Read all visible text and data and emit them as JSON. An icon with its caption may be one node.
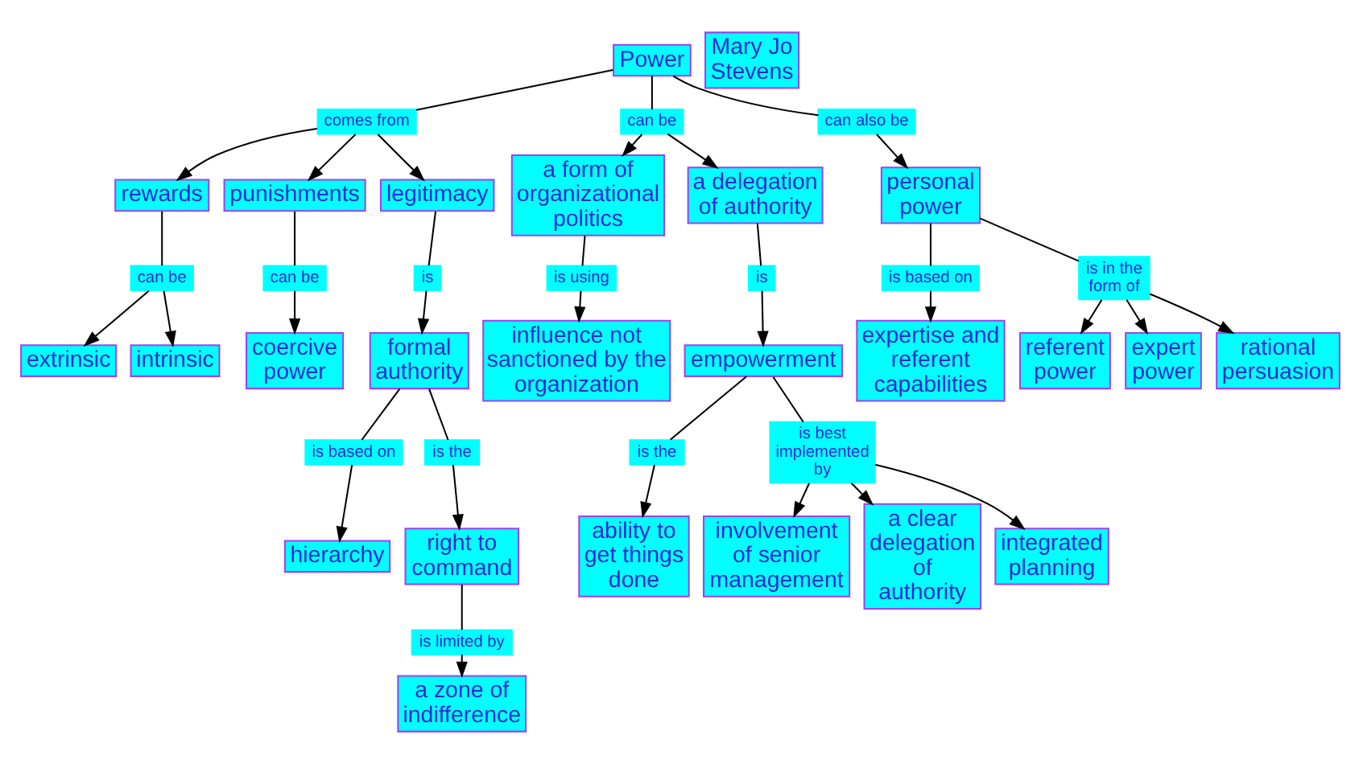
{
  "diagram": {
    "nodes": [
      {
        "text": [
          "Power"
        ]
      },
      {
        "text": [
          "Mary Jo Stevens"
        ]
      },
      {
        "text": [
          "comes from"
        ]
      },
      {
        "text": [
          "rewards"
        ]
      },
      {
        "text": [
          "can be"
        ]
      },
      {
        "text": [
          "extrinsic"
        ]
      },
      {
        "text": [
          "can be"
        ]
      },
      {
        "text": [
          "a form of organizational politics"
        ]
      },
      {
        "text": [
          "punishments"
        ]
      },
      {
        "text": [
          "can also be"
        ]
      },
      {
        "text": [
          "intrinsic"
        ]
      },
      {
        "text": [
          "legitimacy"
        ]
      },
      {
        "text": [
          "can be"
        ]
      },
      {
        "text": [
          "a delegation of authority"
        ]
      },
      {
        "text": [
          "personal power"
        ]
      },
      {
        "text": [
          "coercive power"
        ]
      },
      {
        "text": [
          "is"
        ]
      },
      {
        "text": [
          "is using"
        ]
      },
      {
        "text": [
          "formal authority"
        ]
      },
      {
        "text": [
          "is based on"
        ]
      },
      {
        "text": [
          "is in the form of"
        ]
      },
      {
        "text": [
          "is"
        ]
      },
      {
        "text": [
          "influence not sanctioned by the organization"
        ]
      },
      {
        "text": [
          "is based on"
        ]
      },
      {
        "text": [
          "empowerment"
        ]
      },
      {
        "text": [
          "expertise and referent capabilities"
        ]
      },
      {
        "text": [
          "hierarchy"
        ]
      },
      {
        "text": [
          "is the"
        ]
      },
      {
        "text": [
          "referent power"
        ]
      },
      {
        "text": [
          "is the"
        ]
      },
      {
        "text": [
          "is best implemented by"
        ]
      },
      {
        "text": [
          "right to command"
        ]
      },
      {
        "text": [
          "expert power"
        ]
      },
      {
        "text": [
          "rational persuasion"
        ]
      },
      {
        "text": [
          "ability to get things done"
        ]
      },
      {
        "text": [
          "involvement of senior management"
        ]
      },
      {
        "text": [
          "is limited by"
        ]
      },
      {
        "text": [
          "a clear delegation of authority"
        ]
      },
      {
        "text": [
          "integrated planning"
        ]
      },
      {
        "text": [
          "a zone of indifference"
        ]
      }
    ],
    "edges": [
      {
        "from": 0,
        "to": 2,
        "arrow": "none"
      },
      {
        "from": 2,
        "to": 3,
        "arrow": "to"
      },
      {
        "from": 2,
        "to": 8,
        "arrow": "to"
      },
      {
        "from": 2,
        "to": 11,
        "arrow": "to"
      },
      {
        "from": 3,
        "to": 4,
        "arrow": "none"
      },
      {
        "from": 4,
        "to": 5,
        "arrow": "to"
      },
      {
        "from": 4,
        "to": 10,
        "arrow": "to"
      },
      {
        "from": 0,
        "to": 9,
        "arrow": "none"
      },
      {
        "from": 9,
        "to": 14,
        "arrow": "to"
      },
      {
        "from": 0,
        "to": 6,
        "arrow": "none"
      },
      {
        "from": 6,
        "to": 13,
        "arrow": "to"
      },
      {
        "from": 6,
        "to": 7,
        "arrow": "to"
      },
      {
        "from": 8,
        "to": 12,
        "arrow": "none"
      },
      {
        "from": 12,
        "to": 15,
        "arrow": "to"
      },
      {
        "from": 11,
        "to": 16,
        "arrow": "none"
      },
      {
        "from": 16,
        "to": 18,
        "arrow": "to"
      },
      {
        "from": 18,
        "to": 23,
        "arrow": "none"
      },
      {
        "from": 23,
        "to": 26,
        "arrow": "to"
      },
      {
        "from": 18,
        "to": 27,
        "arrow": "none"
      },
      {
        "from": 27,
        "to": 31,
        "arrow": "to"
      },
      {
        "from": 31,
        "to": 36,
        "arrow": "none"
      },
      {
        "from": 36,
        "to": 39,
        "arrow": "to"
      },
      {
        "from": 14,
        "to": 19,
        "arrow": "none"
      },
      {
        "from": 19,
        "to": 25,
        "arrow": "to"
      },
      {
        "from": 14,
        "to": 20,
        "arrow": "none"
      },
      {
        "from": 20,
        "to": 32,
        "arrow": "to"
      },
      {
        "from": 20,
        "to": 33,
        "arrow": "to"
      },
      {
        "from": 20,
        "to": 28,
        "arrow": "to"
      },
      {
        "from": 13,
        "to": 21,
        "arrow": "none"
      },
      {
        "from": 21,
        "to": 24,
        "arrow": "to"
      },
      {
        "from": 7,
        "to": 17,
        "arrow": "none"
      },
      {
        "from": 17,
        "to": 22,
        "arrow": "to"
      },
      {
        "from": 24,
        "to": 29,
        "arrow": "none"
      },
      {
        "from": 29,
        "to": 34,
        "arrow": "to"
      },
      {
        "from": 24,
        "to": 30,
        "arrow": "none"
      },
      {
        "from": 30,
        "to": 37,
        "arrow": "to"
      },
      {
        "from": 30,
        "to": 38,
        "arrow": "to"
      },
      {
        "from": 30,
        "to": 35,
        "arrow": "to"
      }
    ]
  }
}
